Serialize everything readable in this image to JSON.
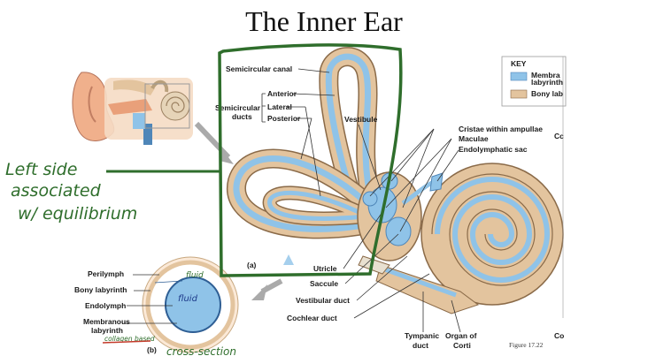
{
  "slide": {
    "title": "The Inner Ear"
  },
  "diagram_a": {
    "panel_letter": "(a)",
    "labels": {
      "semicircular_canal": "Semicircular canal",
      "semicircular_ducts_line1": "Semicircular",
      "semicircular_ducts_line2": "ducts",
      "anterior": "Anterior",
      "lateral": "Lateral",
      "posterior": "Posterior",
      "vestibule": "Vestibule",
      "cristae": "Cristae within ampullae",
      "maculae": "Maculae",
      "endolymphatic_sac": "Endolymphatic sac",
      "utricle": "Utricle",
      "saccule": "Saccule",
      "vestibular_duct": "Vestibular duct",
      "cochlear_duct": "Cochlear duct",
      "tympanic_duct_line1": "Tympanic",
      "tympanic_duct_line2": "duct",
      "organ_corti_line1": "Organ of",
      "organ_corti_line2": "Corti",
      "cropped_co_top": "Co",
      "cropped_co_bottom": "Cc"
    },
    "key": {
      "heading": "KEY",
      "items": [
        {
          "label_line1": "Membra",
          "label_line2": "labyrinth",
          "color": "#8fc3e8"
        },
        {
          "label_line1": "Bony lab",
          "label_line2": "",
          "color": "#e3c49e"
        }
      ]
    },
    "figure_caption": "Figure 17.22"
  },
  "diagram_b": {
    "panel_letter": "(b)",
    "labels": {
      "perilymph": "Perilymph",
      "bony_labyrinth": "Bony labyrinth",
      "endolymph": "Endolymph",
      "membranous_line1": "Membranous",
      "membranous_line2": "labyrinth"
    }
  },
  "annotations": {
    "left_side_line1": "Left side",
    "left_side_line2": "associated",
    "left_side_line3": "w/ equilibrium",
    "fluid_outer": "fluid",
    "fluid_inner": "fluid",
    "collagen_based": "collagen based",
    "cross_section": "cross-section"
  },
  "colors": {
    "membranous": "#8fc3e8",
    "bony": "#e3c49e",
    "annotation_green": "#2f6e2c",
    "annotation_blue": "#1d3a8a"
  }
}
